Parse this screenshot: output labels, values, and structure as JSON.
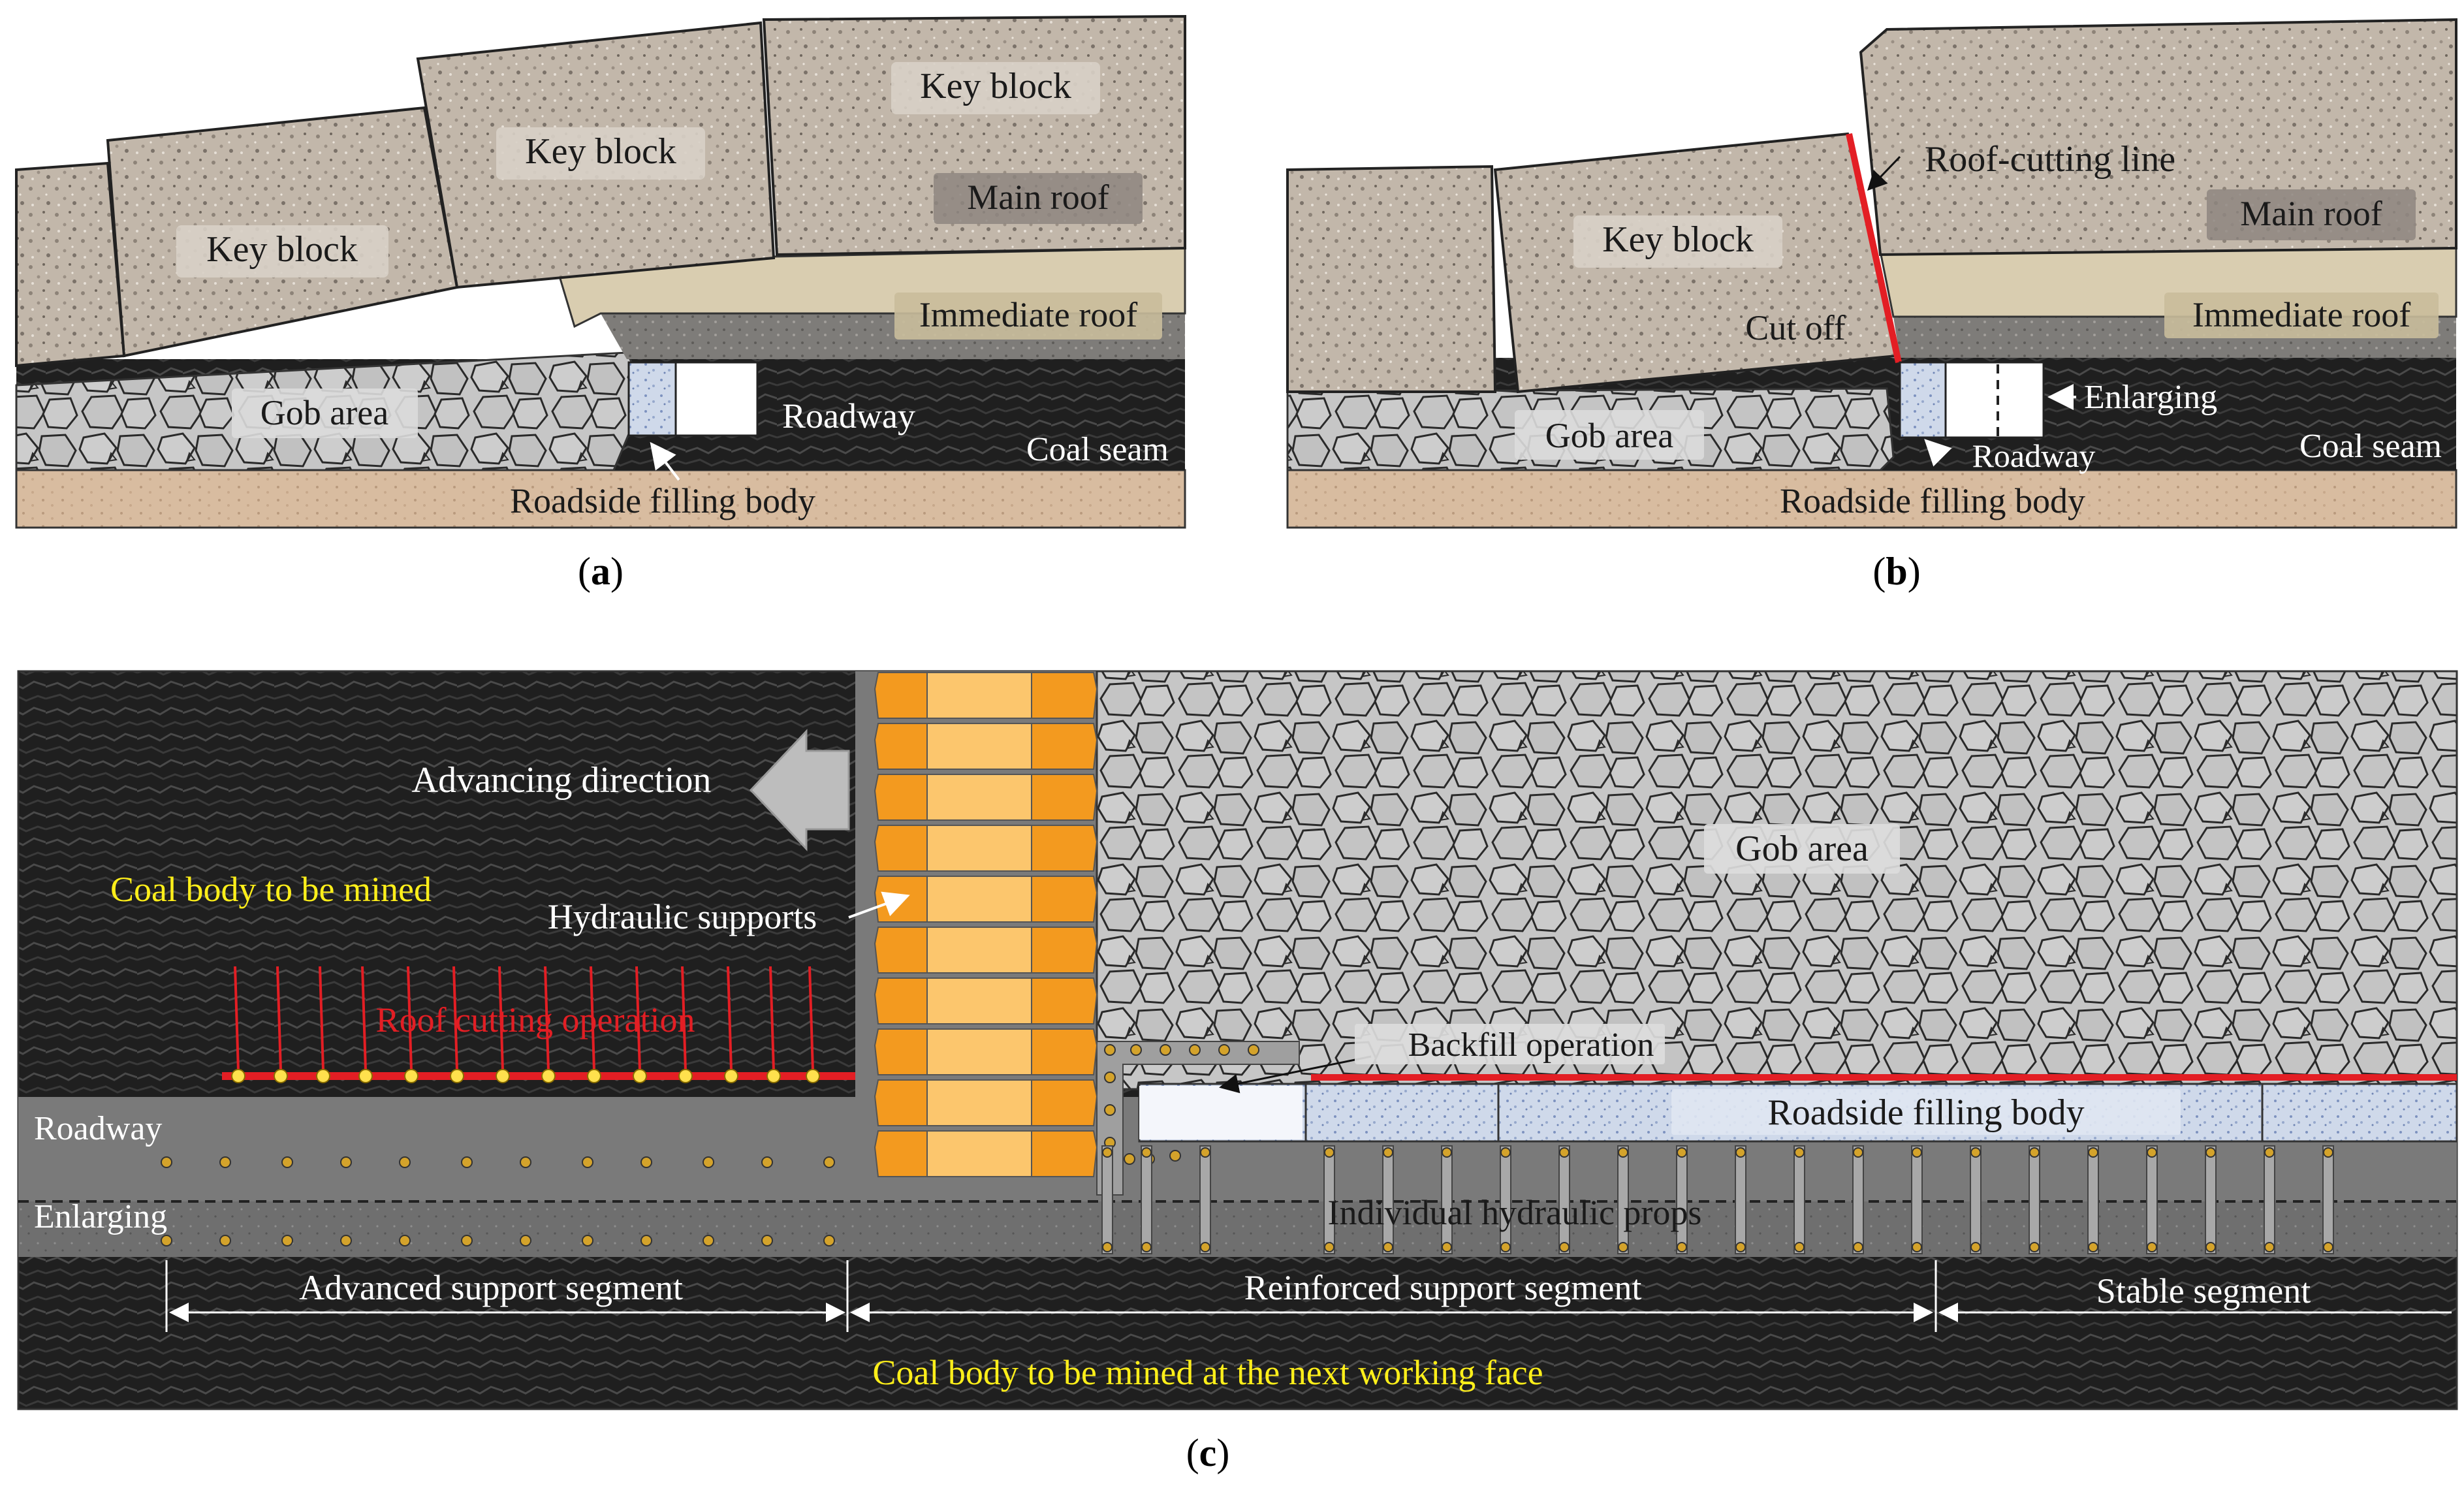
{
  "panels": {
    "a": {
      "caption": "a",
      "labels": {
        "key_block_left": "Key block",
        "key_block_mid": "Key block",
        "key_block_right": "Key block",
        "main_roof": "Main roof",
        "immediate_roof": "Immediate roof",
        "gob_area": "Gob area",
        "roadway": "Roadway",
        "coal_seam": "Coal seam",
        "roadside_filling_body": "Roadside filling body"
      }
    },
    "b": {
      "caption": "b",
      "labels": {
        "key_block": "Key block",
        "roof_cutting_line": "Roof-cutting line",
        "main_roof": "Main roof",
        "immediate_roof": "Immediate roof",
        "cut_off": "Cut off",
        "enlarging": "Enlarging",
        "gob_area": "Gob area",
        "roadway": "Roadway",
        "coal_seam": "Coal seam",
        "roadside_filling_body": "Roadside filling body"
      }
    },
    "c": {
      "caption": "c",
      "labels": {
        "advancing_direction": "Advancing direction",
        "coal_body_to_be_mined": "Coal body to be mined",
        "hydraulic_supports": "Hydraulic supports",
        "roof_cutting_operation": "Roof cutting operation",
        "gob_area": "Gob area",
        "backfill_operation": "Backfill operation",
        "roadside_filling_body": "Roadside filling body",
        "roadway": "Roadway",
        "enlarging": "Enlarging",
        "individual_hydraulic_props": "Individual hydraulic props",
        "advanced_support_segment": "Advanced support segment",
        "reinforced_support_segment": "Reinforced support segment",
        "stable_segment": "Stable segment",
        "next_face_coal": "Coal body to be mined at the next working face"
      }
    }
  },
  "colors": {
    "rock": "#bdb2a6",
    "immediate_roof": "#d9cdb0",
    "immediate_roof_dark": "#7d7b78",
    "coal": "#1e1e1e",
    "gob": "#c9c9c9",
    "filling_floor": "#dcbfa4",
    "filling_body": "#c9d3e6",
    "roadway_gray": "#7a7a7a",
    "support_orange": "#f39a1f",
    "support_light": "#fcc66d",
    "red": "#e31e24",
    "yellow_text": "#ffef1a",
    "prop_dot": "#d4a32b"
  }
}
